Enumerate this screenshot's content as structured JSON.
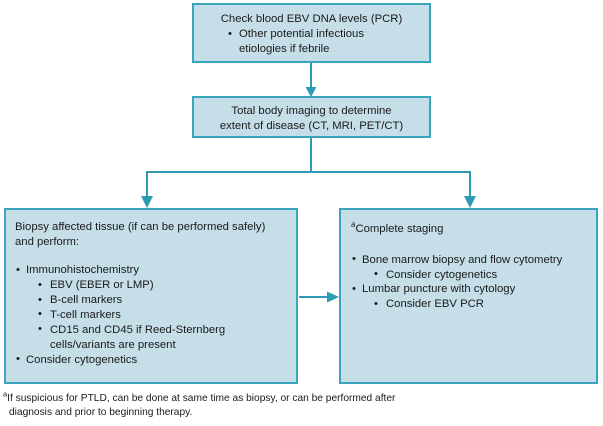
{
  "figure": {
    "type": "clinical-workflow-flowchart",
    "colors": {
      "box_fill": "#c5dee8",
      "box_border": "#3ba5bd",
      "connector": "#2e9ab4",
      "text": "#1a1a1a",
      "background": "#ffffff"
    }
  },
  "nodes": {
    "ebv": {
      "title": "Check blood EBV DNA levels (PCR)",
      "bullets": [
        {
          "line1": "Other potential infectious",
          "line2": "etiologies if febrile"
        }
      ]
    },
    "imaging": {
      "line1": "Total body imaging to determine",
      "line2": "extent of disease (CT, MRI, PET/CT)"
    },
    "biopsy": {
      "head_line1": "Biopsy affected tissue (if can be performed safely)",
      "head_line2": "and perform:",
      "items": [
        {
          "label": "Immunohistochemistry",
          "sub": [
            {
              "text": "EBV (EBER or LMP)"
            },
            {
              "text": "B-cell markers"
            },
            {
              "text": "T-cell markers"
            },
            {
              "text": "CD15 and CD45 if Reed-Sternberg",
              "cont": "cells/variants are present"
            }
          ]
        },
        {
          "label": "Consider cytogenetics",
          "sub": []
        }
      ]
    },
    "staging": {
      "footnote_marker": "a",
      "head": "Complete staging",
      "items": [
        {
          "label": "Bone marrow biopsy and flow cytometry",
          "sub": [
            {
              "text": "Consider cytogenetics"
            }
          ]
        },
        {
          "label": "Lumbar puncture with cytology",
          "sub": [
            {
              "text": "Consider EBV PCR"
            }
          ]
        }
      ]
    }
  },
  "footnote": {
    "marker": "a",
    "line1": "If suspicious for PTLD, can be done at same time as biopsy, or can be performed after",
    "line2": "diagnosis and prior to beginning therapy."
  },
  "connectors": [
    {
      "name": "ebv-to-imaging",
      "from": "ebv",
      "to": "imaging",
      "style": "straight-arrow-down"
    },
    {
      "name": "imaging-branch",
      "from": "imaging",
      "to": "biopsy,staging",
      "style": "split-arrow-down"
    },
    {
      "name": "biopsy-to-staging",
      "from": "biopsy",
      "to": "staging",
      "style": "arrow-right"
    }
  ]
}
